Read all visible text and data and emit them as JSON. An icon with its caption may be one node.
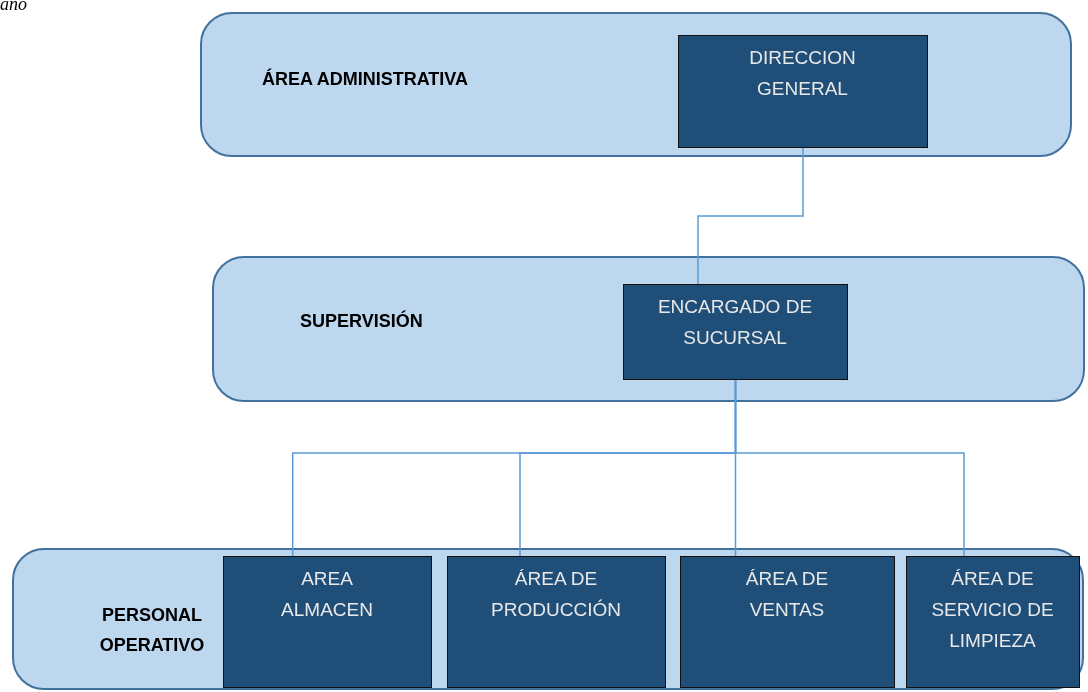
{
  "diagram": {
    "nodes": [
      {
        "text": [
          "ÁREA ADMINISTRATIVA"
        ]
      },
      {
        "text": [
          "DIRECCION GENERAL"
        ],
        "in": 0
      },
      {
        "text": [
          "SUPERVISIÓN"
        ]
      },
      {
        "text": [
          "ENCARGADO DE SUCURSAL"
        ],
        "in": 2
      },
      {
        "text": [
          "PERSONAL OPERATIVO"
        ]
      },
      {
        "text": [
          "AREA ALMACEN"
        ],
        "in": 4
      },
      {
        "text": [
          "ÁREA DE PRODUCCIÓN"
        ],
        "in": 4
      },
      {
        "text": [
          "ÁREA DE VENTAS"
        ],
        "in": 4
      },
      {
        "text": [
          "ÁREA DE SERVICIO DE LIMPIEZA"
        ],
        "in": 4
      }
    ],
    "edges": [
      {
        "from": 1,
        "to": 3,
        "arrow": "none"
      },
      {
        "from": 3,
        "to": 5,
        "arrow": "none"
      },
      {
        "from": 3,
        "to": 6,
        "arrow": "none"
      },
      {
        "from": 3,
        "to": 7,
        "arrow": "none"
      },
      {
        "from": 3,
        "to": 8,
        "arrow": "none"
      }
    ],
    "labels": [
      "ano"
    ]
  }
}
